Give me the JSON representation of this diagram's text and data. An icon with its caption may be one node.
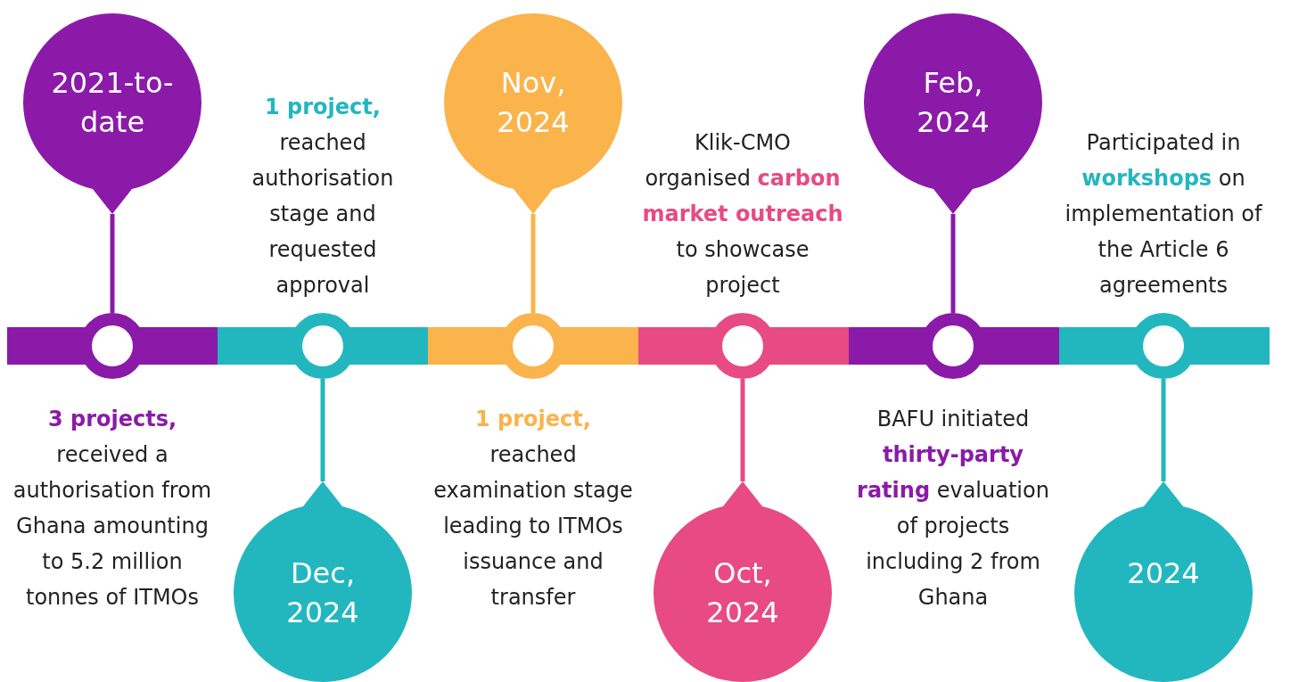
{
  "diagram": {
    "nodes": [
      {
        "text": [
          "2021-to-date"
        ]
      },
      {
        "text": [],
        "shape": "circle"
      },
      {
        "text": [
          "Dec, 2024"
        ]
      },
      {
        "text": [],
        "shape": "circle"
      },
      {
        "text": [
          "Nov, 2024"
        ]
      },
      {
        "text": [],
        "shape": "circle"
      },
      {
        "text": [
          "Oct, 2024"
        ]
      },
      {
        "text": [],
        "shape": "circle"
      },
      {
        "text": [
          "Feb, 2024"
        ]
      },
      {
        "text": [],
        "shape": "circle"
      },
      {
        "text": [
          "2024"
        ]
      },
      {
        "text": [],
        "shape": "circle"
      }
    ],
    "edges": [
      {
        "from": 0,
        "to": 1,
        "arrow": "none",
        "color": "#8b1aa8"
      },
      {
        "from": 3,
        "to": 2,
        "arrow": "none",
        "color": "#22b7bf"
      },
      {
        "from": 4,
        "to": 5,
        "arrow": "none",
        "color": "#fbb34b"
      },
      {
        "from": 7,
        "to": 6,
        "arrow": "none",
        "color": "#e84a83"
      },
      {
        "from": 8,
        "to": 9,
        "arrow": "none",
        "color": "#8b1aa8"
      },
      {
        "from": 11,
        "to": 10,
        "arrow": "none",
        "color": "#22b7bf"
      }
    ],
    "labels": [
      "**3 projects,** received a authorisation from Ghana amounting to 5.2 million tonnes of ITMOs",
      "**1 project,** reached authorisation stage and requested approval",
      "**1 project,** reached examination stage leading to ITMOs issuance and transfer",
      "Klik-CMO organised **carbon market outreach** to showcase project",
      "BAFU initiated **thirty-party rating** evaluation of projects including 2 from Ghana",
      "Participated in **workshops** on implementation of the Article 6 agreements"
    ]
  }
}
